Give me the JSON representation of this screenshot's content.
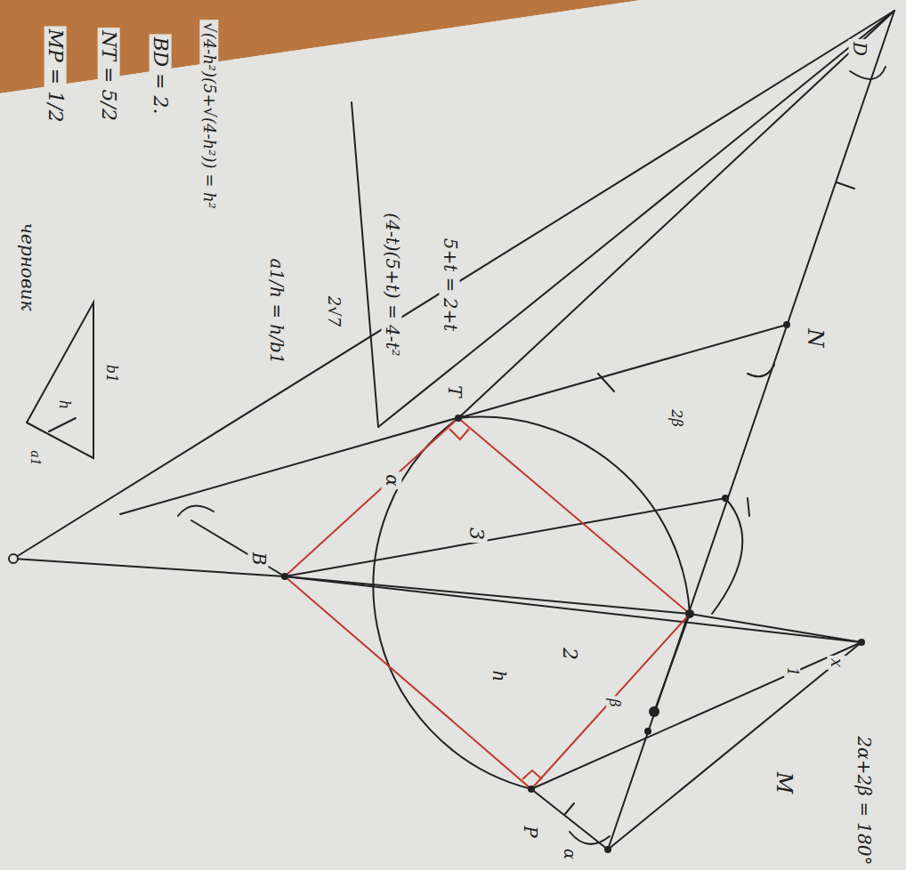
{
  "diagram": {
    "labels": [
      "черновик",
      "MP = 1/2",
      "NT = 5/2",
      "BD = 2.",
      "√(4-h²)(5+√(4-h²)) = h²",
      "h",
      "b1",
      "a1",
      "a1/h = h/b1",
      "2√7",
      "(4-t)(5+t) = 4-t²",
      "5+t = 2+t",
      "B",
      "T",
      "P",
      "D",
      "M",
      "N",
      "3",
      "2",
      "h",
      "α",
      "α",
      "β",
      "2β",
      "x",
      "1",
      "2α+2β = 180°"
    ]
  }
}
